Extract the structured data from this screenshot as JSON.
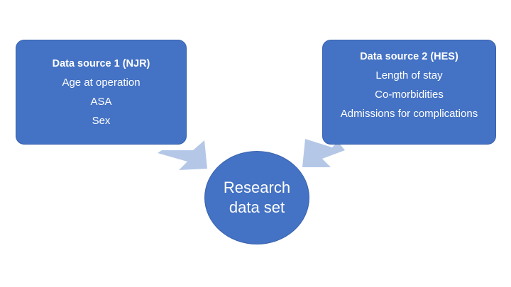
{
  "colors": {
    "box_fill": "#4472c4",
    "box_text": "#ffffff",
    "arrow_fill": "#b4c7e7"
  },
  "source_left": {
    "title": "Data source 1 (NJR)",
    "items": [
      "Age at operation",
      "ASA",
      "Sex"
    ]
  },
  "source_right": {
    "title": "Data source 2 (HES)",
    "items": [
      "Length of stay",
      "Co-morbidities",
      "Admissions for complications"
    ]
  },
  "target": {
    "label": "Research data set"
  }
}
